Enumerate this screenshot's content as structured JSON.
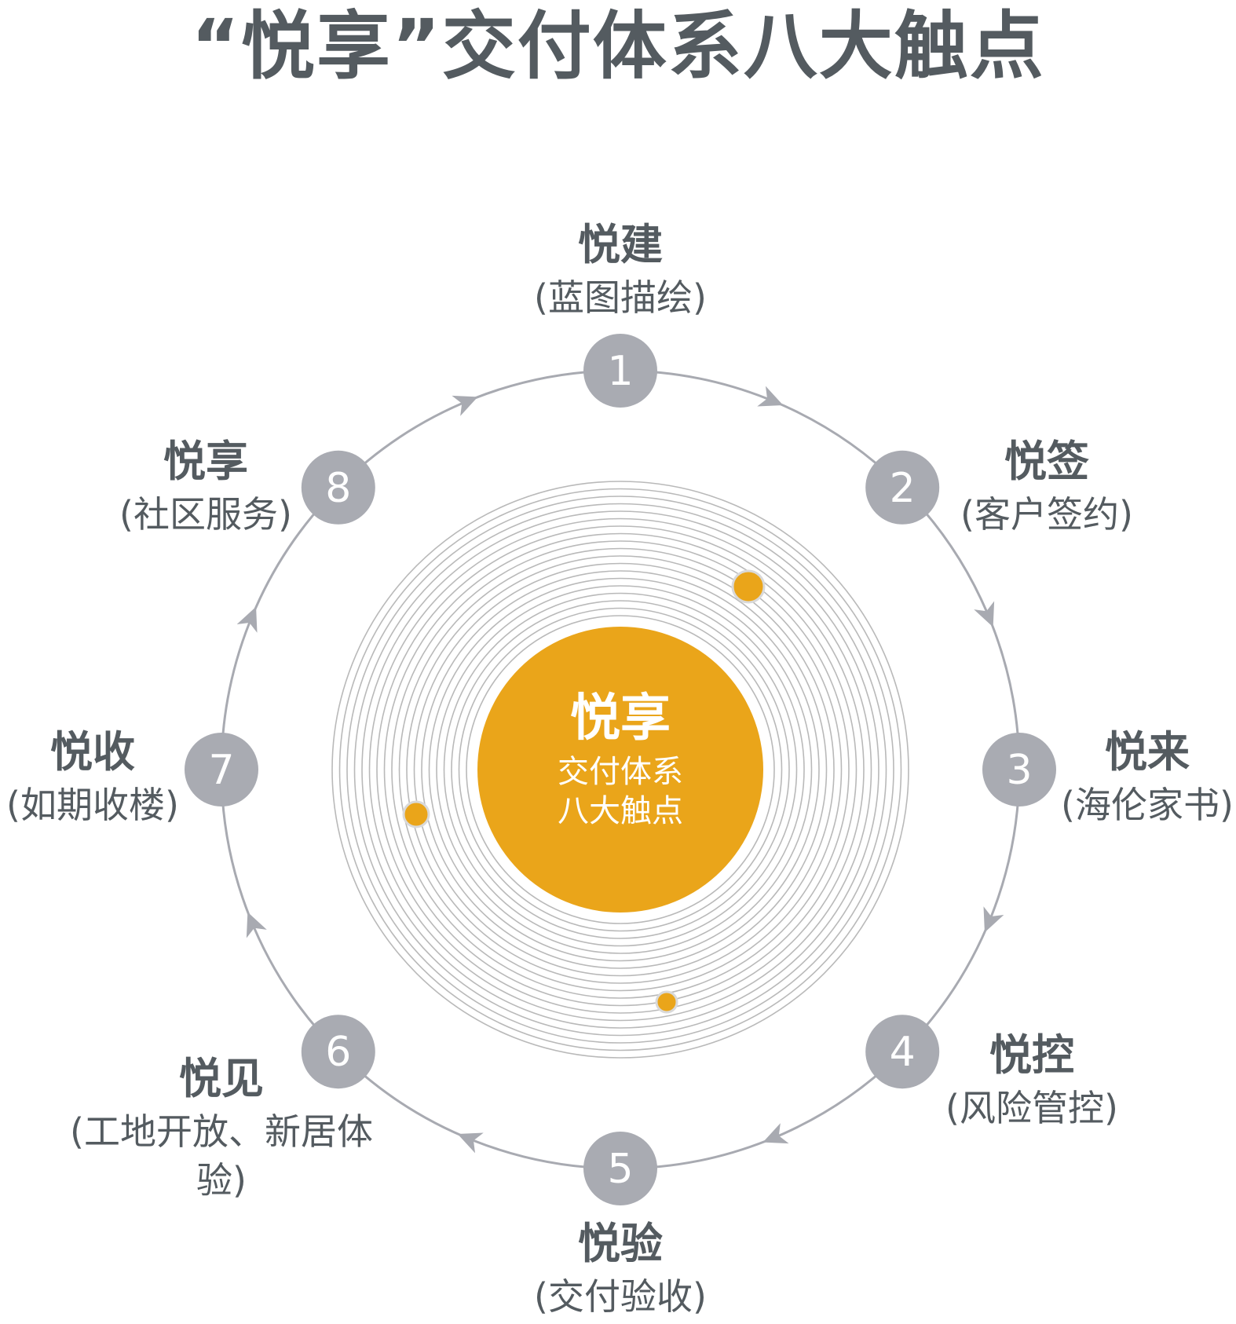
{
  "title": "“悦享”交付体系八大触点",
  "center": {
    "title": "悦享",
    "line1": "交付体系",
    "line2": "八大触点"
  },
  "colors": {
    "text": "#545b60",
    "node": "#a9abb2",
    "ring": "#a8aab1",
    "accent": "#eaa51a"
  },
  "nodes": [
    {
      "number": "1",
      "name": "悦建",
      "desc": "(蓝图描绘)"
    },
    {
      "number": "2",
      "name": "悦签",
      "desc": "(客户签约)"
    },
    {
      "number": "3",
      "name": "悦来",
      "desc": "(海伦家书)"
    },
    {
      "number": "4",
      "name": "悦控",
      "desc": "(风险管控)"
    },
    {
      "number": "5",
      "name": "悦验",
      "desc": "(交付验收)"
    },
    {
      "number": "6",
      "name": "悦见",
      "desc": "(工地开放、新居体验)"
    },
    {
      "number": "7",
      "name": "悦收",
      "desc": "(如期收楼)"
    },
    {
      "number": "8",
      "name": "悦享",
      "desc": "(社区服务)"
    }
  ]
}
